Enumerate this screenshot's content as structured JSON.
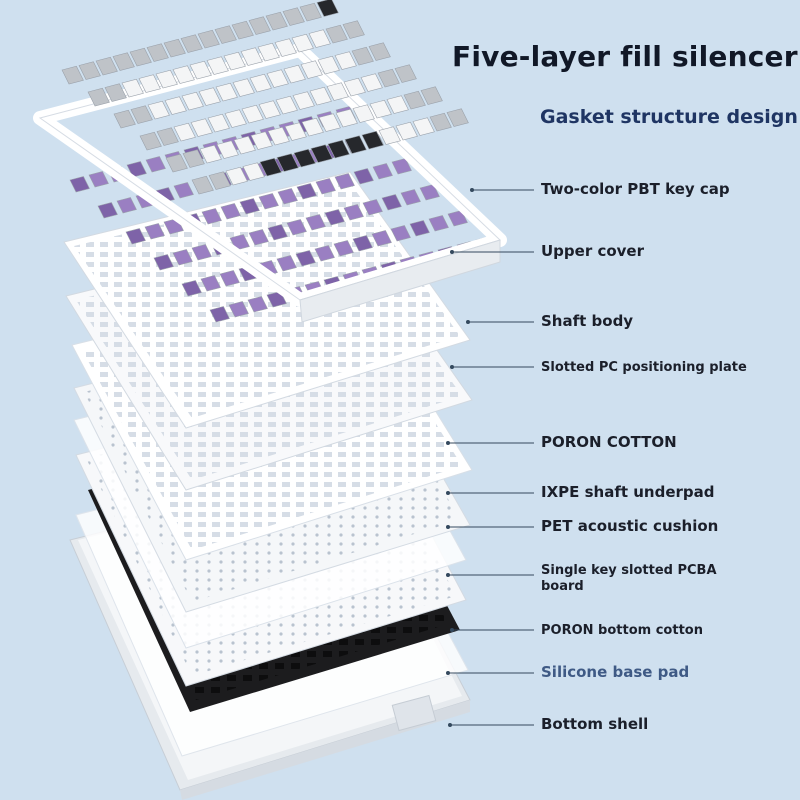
{
  "heading": {
    "title": "Five-layer fill silencer",
    "subtitle": "Gasket structure design"
  },
  "layers": [
    {
      "label": "Two-color PBT key cap"
    },
    {
      "label": "Upper cover"
    },
    {
      "label": "Shaft body"
    },
    {
      "label": "Slotted PC positioning plate"
    },
    {
      "label": "PORON COTTON"
    },
    {
      "label": "IXPE shaft underpad"
    },
    {
      "label": "PET acoustic cushion"
    },
    {
      "label": "Single key slotted PCBA board"
    },
    {
      "label": "PORON bottom cotton"
    },
    {
      "label": "Silicone base pad"
    },
    {
      "label": "Bottom shell"
    }
  ],
  "colors": {
    "background": "#cfe0ef",
    "keycap_gray": "#bfc3c8",
    "keycap_white": "#f4f5f6",
    "keycap_dark": "#26282c",
    "switch_purple": "#9a7fc2",
    "pcb_black": "#1c1c1e",
    "shell_white": "#f2f4f6"
  }
}
